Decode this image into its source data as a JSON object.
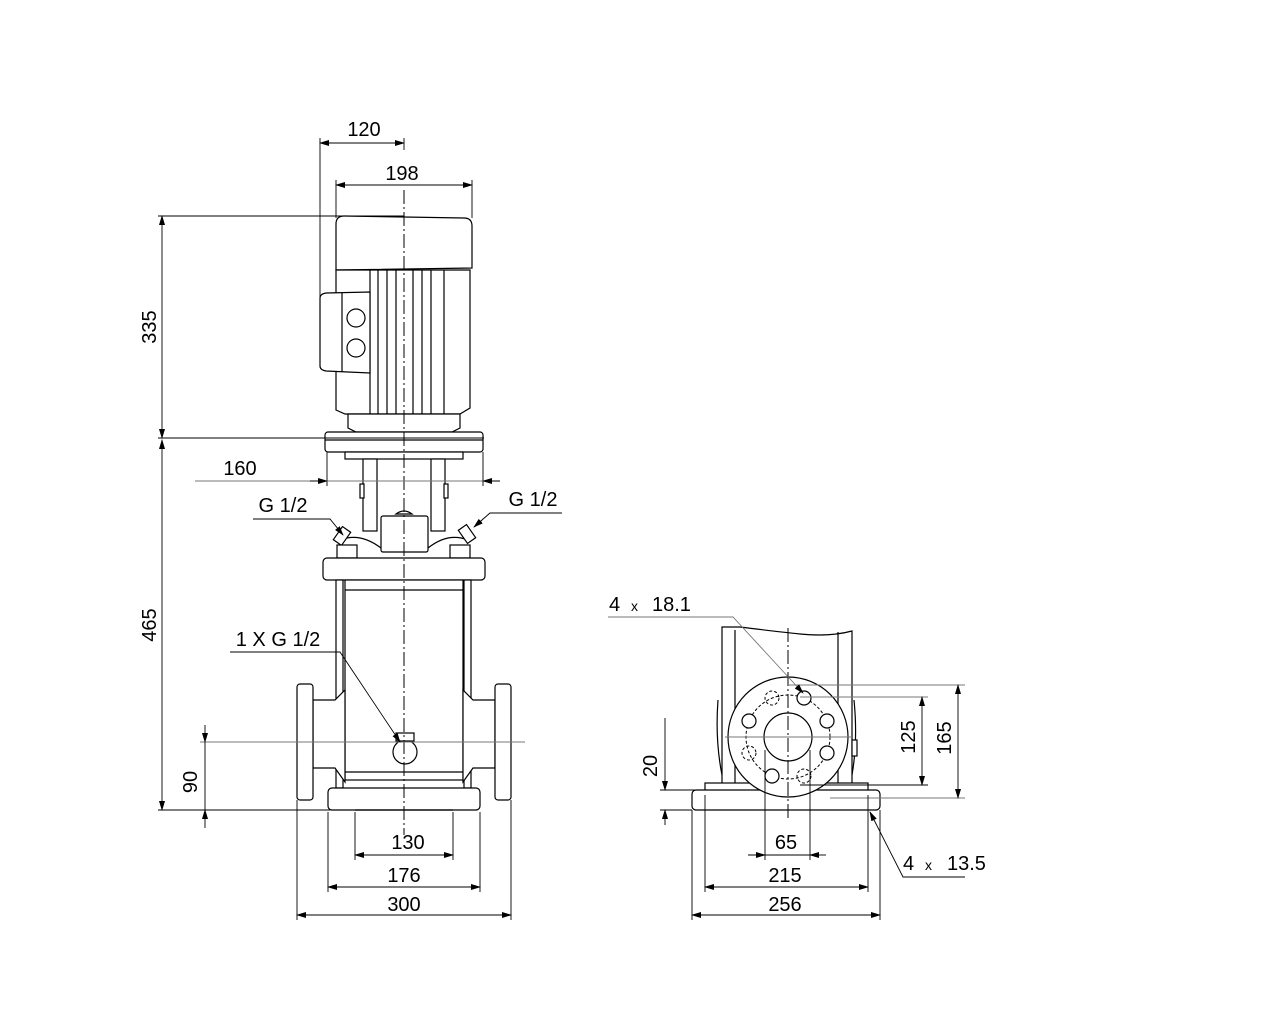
{
  "drawing": {
    "front_view": {
      "dimensions": {
        "terminal_offset": "120",
        "motor_width": "198",
        "motor_height": "335",
        "pump_height": "465",
        "flange_width": "160",
        "port_height": "90",
        "base_inner": "130",
        "base_bolt_spacing": "176",
        "port_to_port": "300"
      },
      "callouts": {
        "vent_left": "G 1/2",
        "vent_right": "G 1/2",
        "drain": "1 X G 1/2"
      }
    },
    "side_view": {
      "dimensions": {
        "bolt_circle": "125",
        "flange_diameter": "165",
        "base_thickness": "20",
        "nominal_bore": "65",
        "base_bolt_spacing": "215",
        "base_width": "256"
      },
      "callouts": {
        "flange_holes_count": "4",
        "flange_holes_x": "x",
        "flange_holes_size": "18.1",
        "base_holes_count": "4",
        "base_holes_x": "x",
        "base_holes_size": "13.5"
      }
    }
  }
}
